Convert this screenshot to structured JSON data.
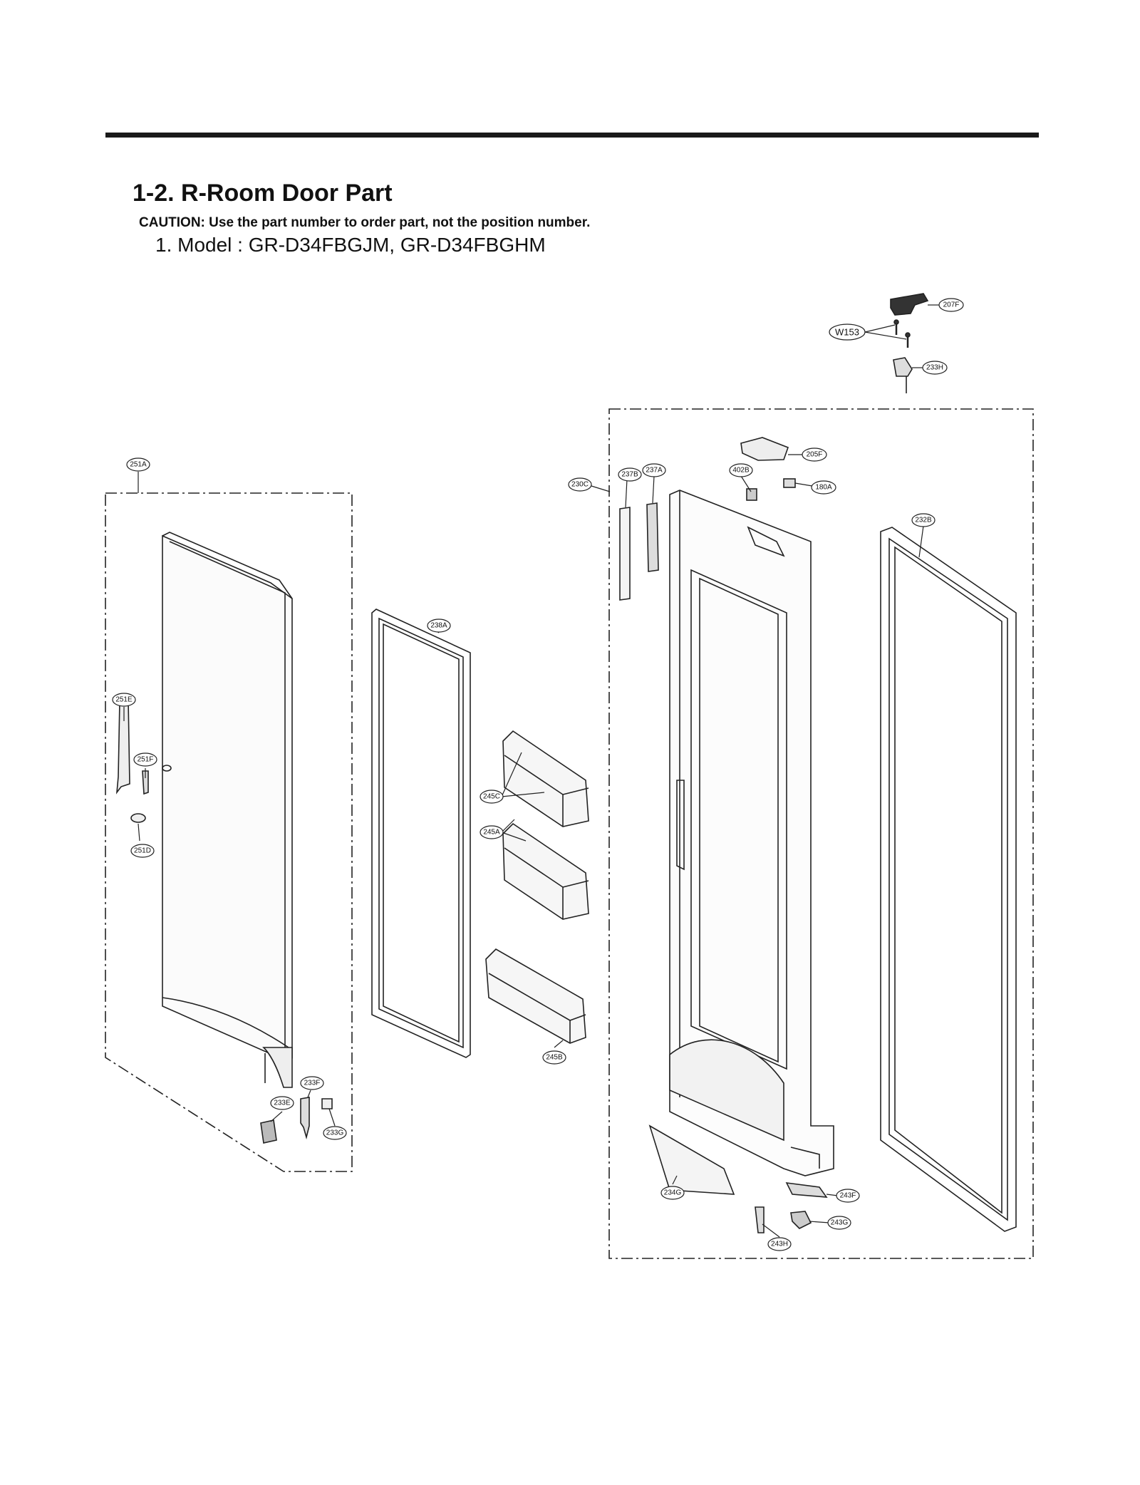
{
  "header": {
    "title": "1-2. R-Room Door Part",
    "caution": "CAUTION: Use the part number to order part, not the position number.",
    "model": "1. Model : GR-D34FBGJM, GR-D34FBGHM"
  },
  "callouts": {
    "c207F": "207F",
    "cW153": "W153",
    "c233H": "233H",
    "c205F": "205F",
    "c402B": "402B",
    "c180A": "180A",
    "c237B": "237B",
    "c237A": "237A",
    "c230C": "230C",
    "c232B": "232B",
    "c251A": "251A",
    "c238A": "238A",
    "c251E": "251E",
    "c251F": "251F",
    "c251D": "251D",
    "c245C": "245C",
    "c245A": "245A",
    "c245B": "245B",
    "c233F": "233F",
    "c233E": "233E",
    "c233G": "233G",
    "c234G": "234G",
    "c243F": "243F",
    "c243G": "243G",
    "c243H": "243H"
  }
}
